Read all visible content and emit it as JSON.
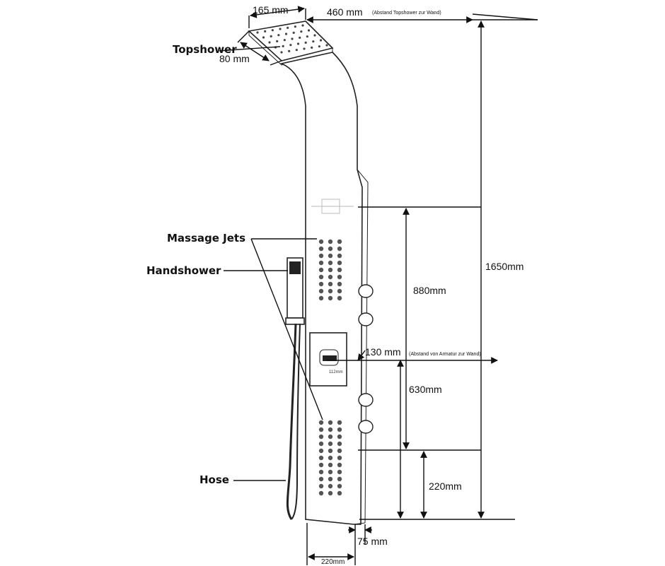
{
  "labels": {
    "topshower": "Topshower",
    "massage_jets": "Massage Jets",
    "handshower": "Handshower",
    "hose": "Hose"
  },
  "dimensions": {
    "head_width": "165 mm",
    "head_depth": "80 mm",
    "top_distance": "460 mm",
    "top_distance_note": "(Abstand Topshower zur Wand)",
    "total_height": "1650mm",
    "upper_section": "880mm",
    "valve_distance": "130 mm",
    "valve_distance_note": "(Abstand von Armatur zur Wand)",
    "lower_section": "630mm",
    "bottom_section": "220mm",
    "base_depth": "75 mm",
    "panel_width": "220mm",
    "valve_small": "112mm"
  }
}
